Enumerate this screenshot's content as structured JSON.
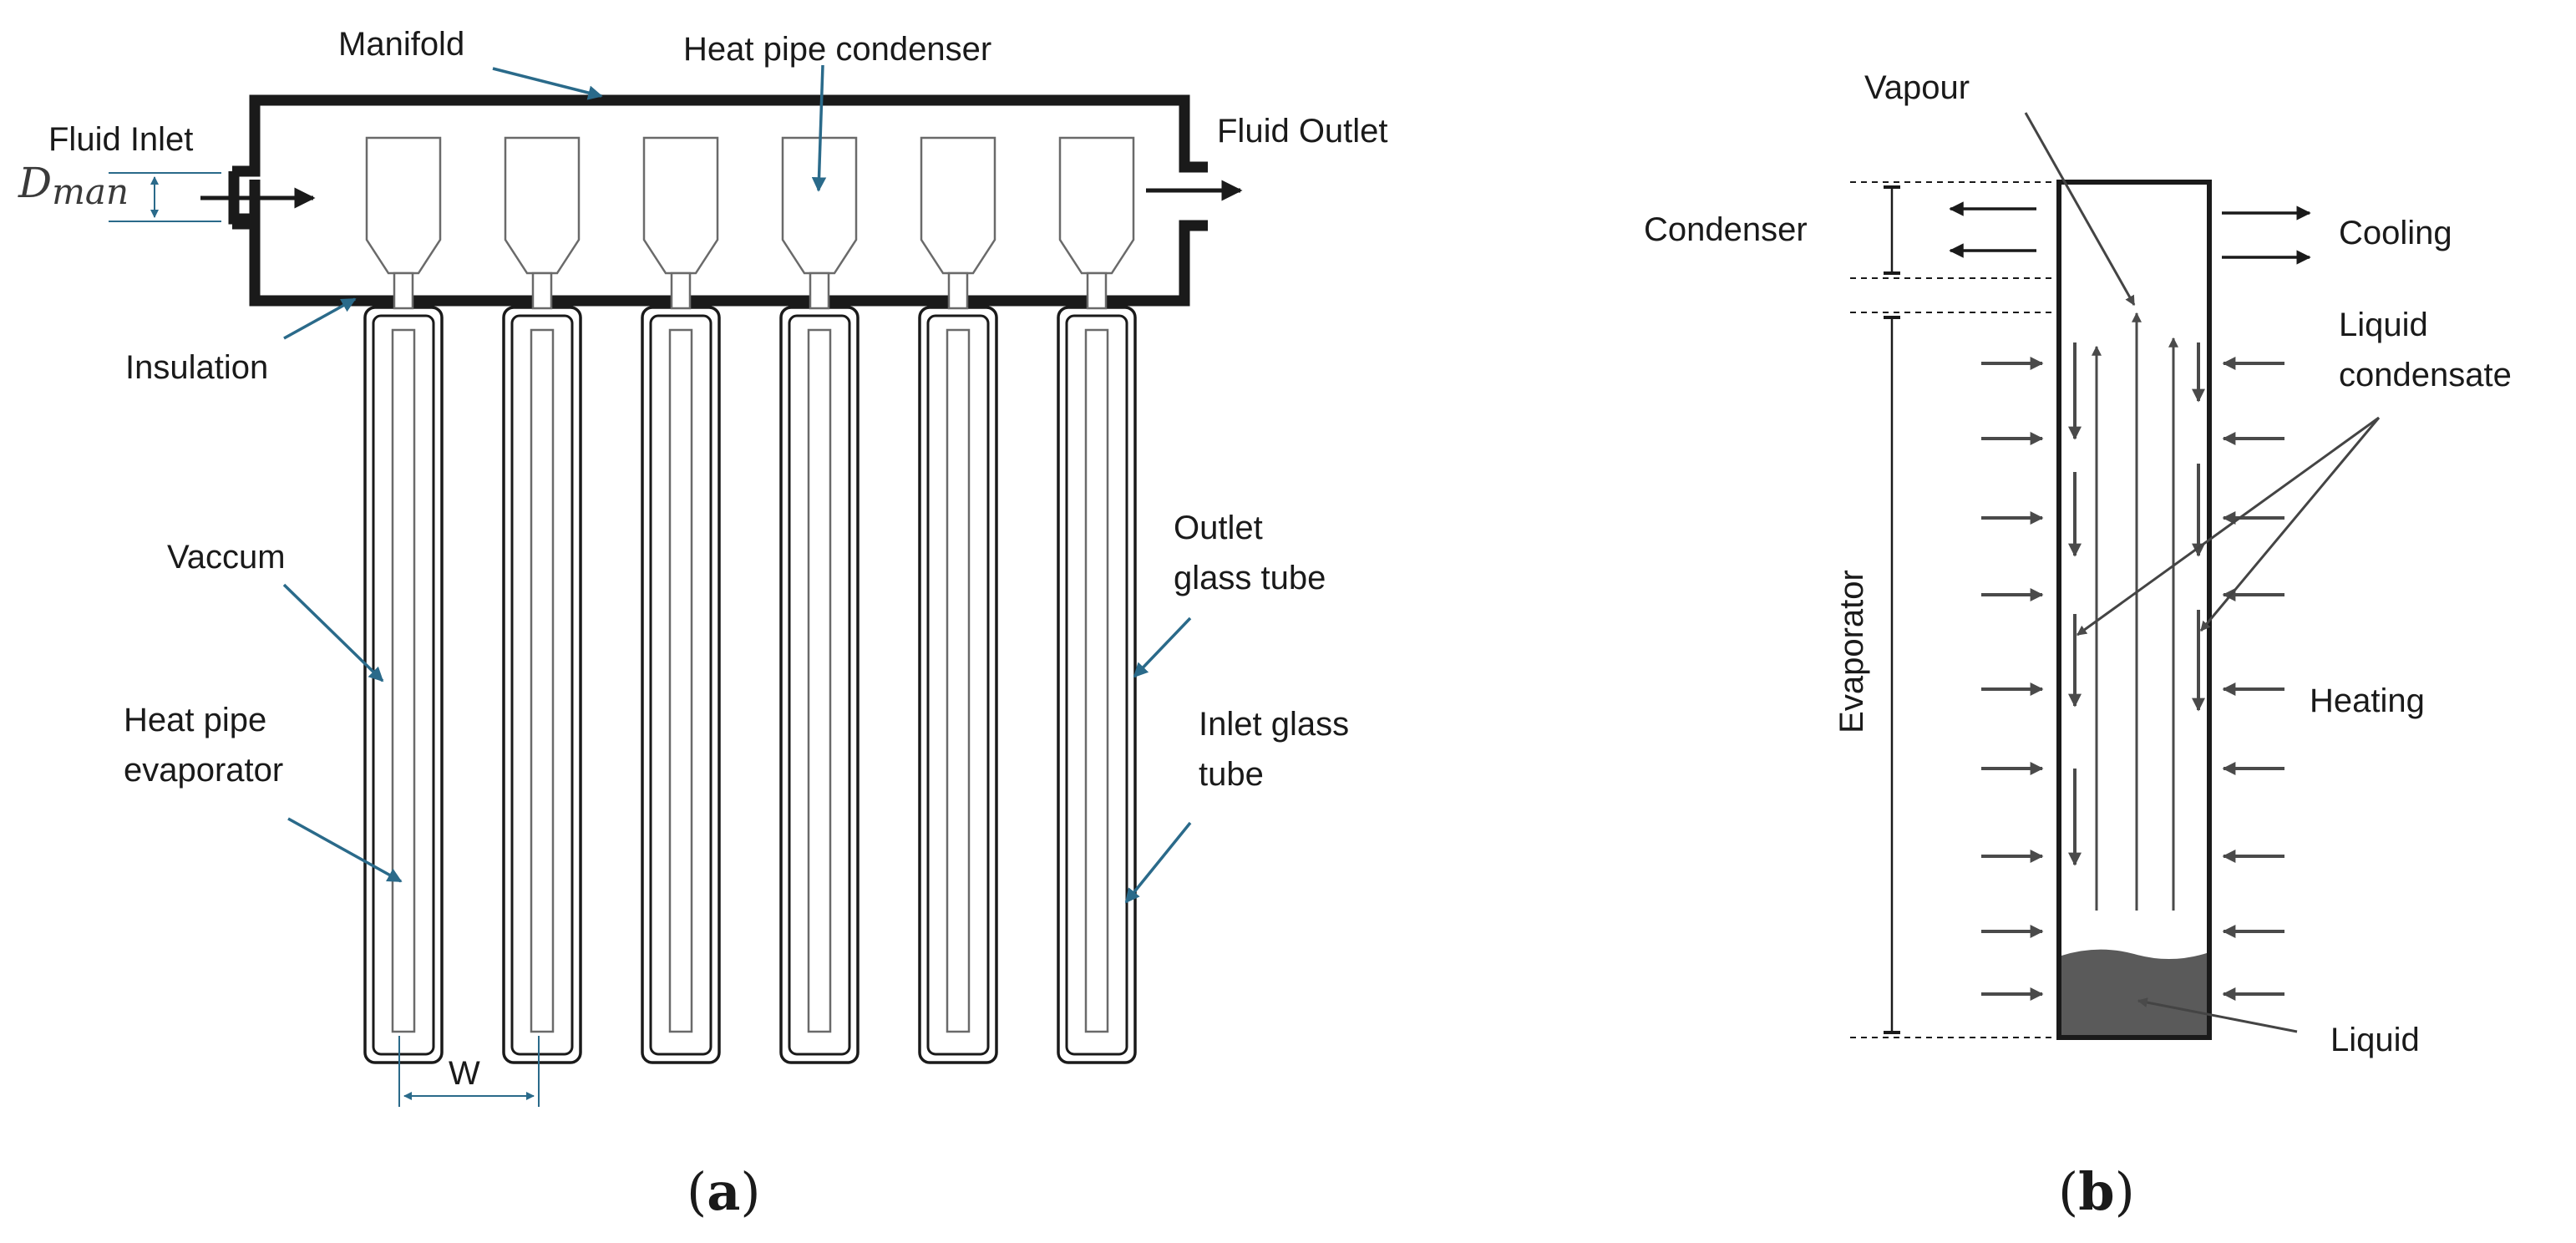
{
  "panel_a": {
    "labels": {
      "manifold": "Manifold",
      "heat_pipe_condenser": "Heat pipe condenser",
      "fluid_inlet": "Fluid Inlet",
      "fluid_outlet": "Fluid Outlet",
      "d_man_main": "D",
      "d_man_sub": "man",
      "insulation": "Insulation",
      "vaccum": "Vaccum",
      "heat_pipe_evaporator_1": "Heat pipe",
      "heat_pipe_evaporator_2": "evaporator",
      "outlet_glass_tube_1": "Outlet",
      "outlet_glass_tube_2": "glass tube",
      "inlet_glass_tube_1": "Inlet glass",
      "inlet_glass_tube_2": "tube",
      "w": "W"
    },
    "caption": {
      "open": "(",
      "letter": "a",
      "close": ")"
    },
    "tube_count": 6
  },
  "panel_b": {
    "labels": {
      "vapour": "Vapour",
      "condenser": "Condenser",
      "cooling": "Cooling",
      "liquid_condensate_1": "Liquid",
      "liquid_condensate_2": "condensate",
      "evaporator": "Evaporator",
      "heating": "Heating",
      "liquid": "Liquid"
    },
    "caption": {
      "open": "(",
      "letter": "b",
      "close": ")"
    }
  },
  "colors": {
    "line": "#1a1a1a",
    "leader": "#2a6a8a",
    "liquid_fill": "#5a5a5a",
    "arrow": "#4a4a4a"
  }
}
